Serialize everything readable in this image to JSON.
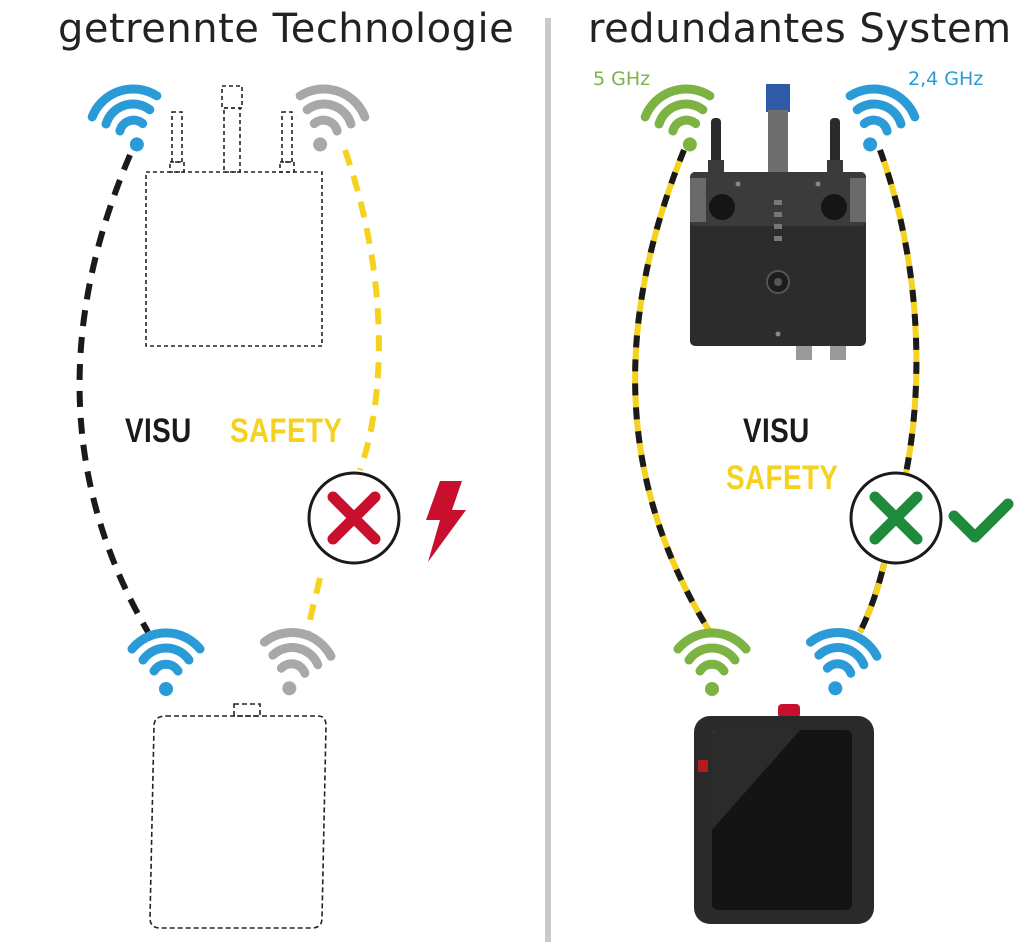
{
  "left_panel": {
    "title": "getrennte Technologie",
    "label_visu": "VISU",
    "label_safety": "SAFETY",
    "status": "connection-failed",
    "status_icon": "cross-icon",
    "hazard_icon": "lightning-icon"
  },
  "right_panel": {
    "title": "redundantes System",
    "band_5ghz": "5 GHz",
    "band_24ghz": "2,4 GHz",
    "label_visu": "VISU",
    "label_safety": "SAFETY",
    "status_icon": "cross-icon",
    "ok_icon": "checkmark-icon"
  },
  "colors": {
    "wifi_blue": "#2b9bd8",
    "wifi_green": "#7cb342",
    "wifi_gray": "#a8a8a8",
    "visu_black": "#1a1a1a",
    "safety_yellow": "#f4d21f",
    "error_red": "#c8102e",
    "ok_green": "#1e8a3c"
  }
}
